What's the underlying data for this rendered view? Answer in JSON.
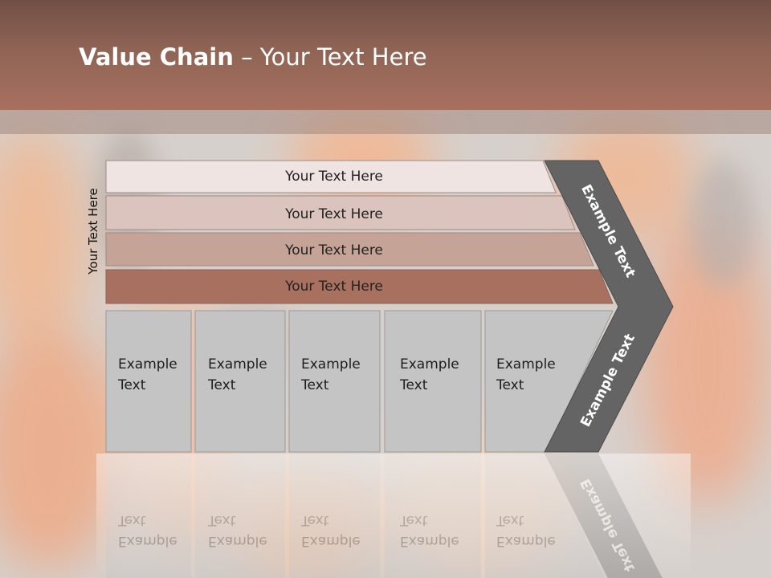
{
  "slide": {
    "title_bold": "Value Chain",
    "title_rest": " – Your Text Here",
    "side_label": "Your Text Here"
  },
  "rows": [
    {
      "label": "Your Text Here",
      "color": "#efe4e2"
    },
    {
      "label": "Your Text Here",
      "color": "#dcc4be"
    },
    {
      "label": "Your Text Here",
      "color": "#c5a497"
    },
    {
      "label": "Your Text Here",
      "color": "#a8705f"
    }
  ],
  "boxes": [
    {
      "line1": "Example",
      "line2": "Text"
    },
    {
      "line1": "Example",
      "line2": "Text"
    },
    {
      "line1": "Example",
      "line2": "Text"
    },
    {
      "line1": "Example",
      "line2": "Text"
    },
    {
      "line1": "Example",
      "line2": "Text"
    }
  ],
  "chevron": {
    "upper_text": "Example Text",
    "lower_text": "Example Text",
    "color": "#646464"
  },
  "colors": {
    "box_fill": "#c4c4c4",
    "header": "#a8705e"
  }
}
